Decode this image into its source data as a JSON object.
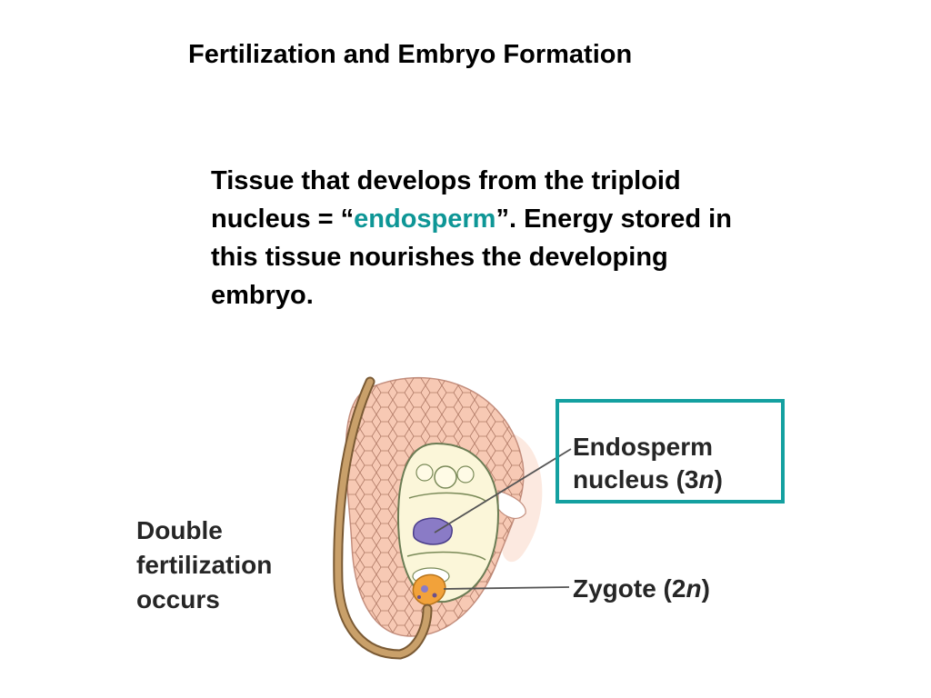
{
  "slide": {
    "title": "Fertilization and Embryo Formation",
    "body": {
      "line1": "Tissue that develops from the triploid",
      "line2_before": "nucleus =  “",
      "line2_term": "endosperm",
      "line2_after": "”. Energy stored in",
      "line3": "this tissue nourishes the developing",
      "line4": "embryo."
    }
  },
  "diagram": {
    "caption_left": [
      "Double",
      "fertilization",
      "occurs"
    ],
    "endosperm_label": {
      "line1": "Endosperm",
      "line2_prefix": "nucleus (3",
      "line2_italic": "n",
      "line2_suffix": ")"
    },
    "zygote_label": {
      "prefix": "Zygote (2",
      "italic": "n",
      "suffix": ")"
    }
  },
  "colors": {
    "accent": "#0e9696",
    "ovule_fill": "#f7c9b4",
    "ovule_stalk": "#c9a06a",
    "embryo_sac": "#fbf6d9",
    "endosperm_nucleus": "#8a7bc6",
    "zygote": "#f2a23a",
    "label_box_border": "#14a0a0"
  }
}
